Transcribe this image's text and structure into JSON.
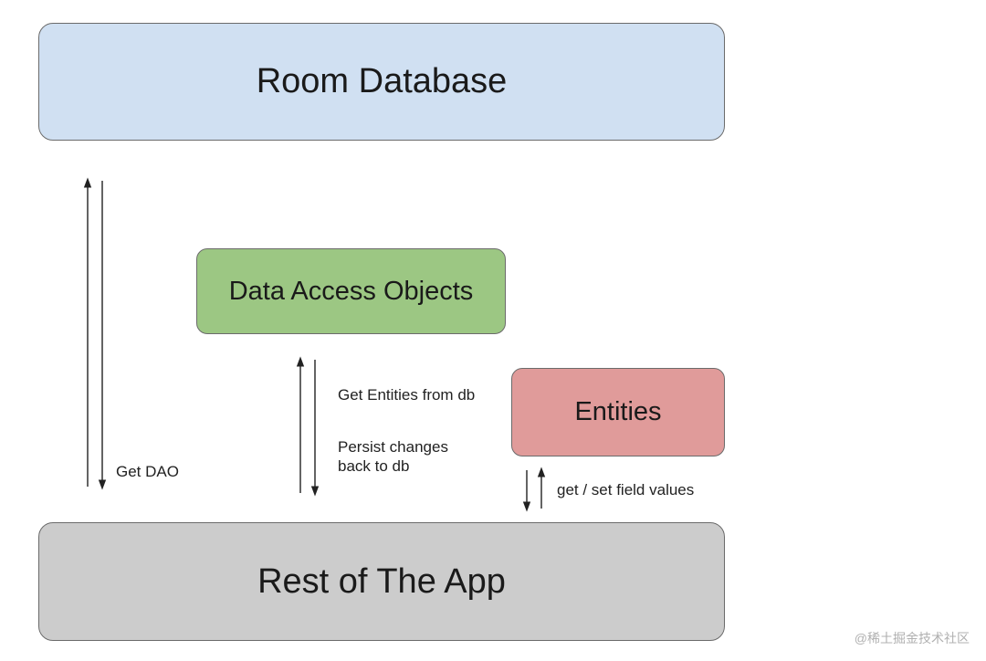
{
  "diagram": {
    "nodes": {
      "room_database": "Room Database",
      "data_access_objects": "Data Access Objects",
      "entities": "Entities",
      "rest_of_the_app": "Rest of The App"
    },
    "edges": {
      "get_dao": "Get DAO",
      "get_entities_from_db": "Get Entities from db",
      "persist_changes": "Persist changes back to db",
      "get_set_field_values": "get / set field values"
    }
  },
  "watermark": "@稀土掘金技术社区",
  "colors": {
    "room_database": "#d0e0f2",
    "data_access_objects": "#9cc783",
    "entities": "#e09b9a",
    "rest_of_the_app": "#cccccc"
  }
}
